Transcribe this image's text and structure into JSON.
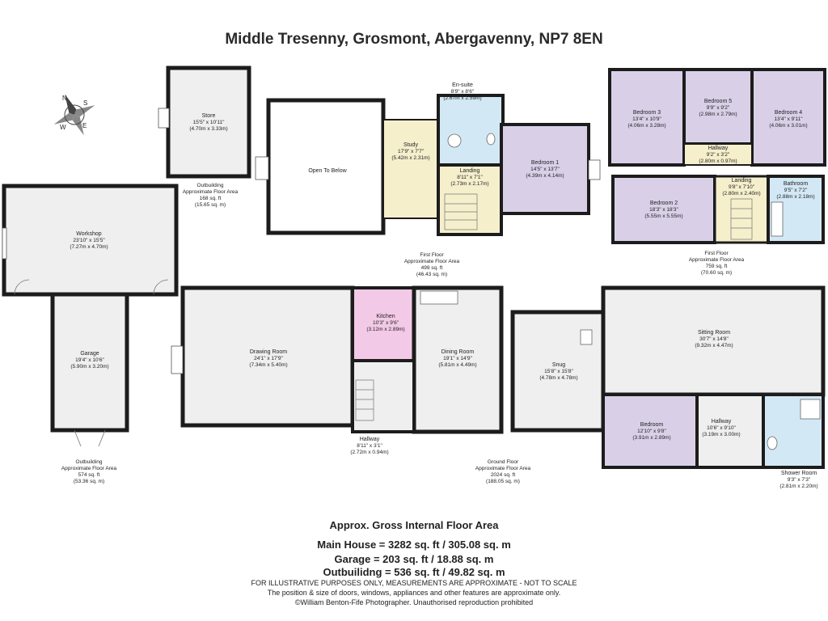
{
  "title": "Middle Tresenny, Grosmont, Abergavenny, NP7 8EN",
  "compass": {
    "letters": [
      "N",
      "E",
      "S",
      "W"
    ]
  },
  "rooms": {
    "store": {
      "name": "Store",
      "dims": "15'5\" x 10'11\"",
      "metric": "(4.70m x 3.33m)"
    },
    "workshop": {
      "name": "Workshop",
      "dims": "23'10\" x 15'5\"",
      "metric": "(7.27m x 4.70m)"
    },
    "garage": {
      "name": "Garage",
      "dims": "19'4\" x 10'6\"",
      "metric": "(5.90m x 3.20m)"
    },
    "open_to_below": {
      "name": "Open To Below"
    },
    "study": {
      "name": "Study",
      "dims": "17'9\" x 7'7\"",
      "metric": "(5.42m x 2.31m)"
    },
    "ensuite": {
      "name": "En-suite",
      "dims": "8'9\" x 8'6\"",
      "metric": "(2.67m x 2.59m)"
    },
    "landing1": {
      "name": "Landing",
      "dims": "8'11\" x 7'1\"",
      "metric": "(2.73m x 2.17m)"
    },
    "bedroom1": {
      "name": "Bedroom 1",
      "dims": "14'5\" x 13'7\"",
      "metric": "(4.39m x 4.14m)"
    },
    "bedroom3": {
      "name": "Bedroom 3",
      "dims": "13'4\" x 10'9\"",
      "metric": "(4.06m x 3.28m)"
    },
    "bedroom5": {
      "name": "Bedroom 5",
      "dims": "9'9\" x 9'2\"",
      "metric": "(2.98m x 2.79m)"
    },
    "bedroom4": {
      "name": "Bedroom 4",
      "dims": "13'4\" x 9'11\"",
      "metric": "(4.06m x 3.01m)"
    },
    "hallway_ff": {
      "name": "Hallway",
      "dims": "9'2\" x 3'2\"",
      "metric": "(2.80m x 0.97m)"
    },
    "bedroom2": {
      "name": "Bedroom 2",
      "dims": "18'3\" x 18'3\"",
      "metric": "(5.55m x 5.55m)"
    },
    "landing2": {
      "name": "Landing",
      "dims": "9'8\" x 7'10\"",
      "metric": "(2.80m x 2.40m)"
    },
    "bathroom": {
      "name": "Bathroom",
      "dims": "9'5\" x 7'2\"",
      "metric": "(2.88m x 2.18m)"
    },
    "drawing_room": {
      "name": "Drawing Room",
      "dims": "24'1\" x 17'9\"",
      "metric": "(7.34m x 5.40m)"
    },
    "kitchen": {
      "name": "Kitchen",
      "dims": "10'3\" x 9'6\"",
      "metric": "(3.12m x 2.89m)"
    },
    "dining_room": {
      "name": "Dining Room",
      "dims": "19'1\" x 14'9\"",
      "metric": "(5.81m x 4.49m)"
    },
    "snug": {
      "name": "Snug",
      "dims": "15'8\" x 15'8\"",
      "metric": "(4.78m x 4.78m)"
    },
    "sitting_room": {
      "name": "Sitting Room",
      "dims": "30'7\" x 14'8\"",
      "metric": "(9.32m x 4.47m)"
    },
    "bedroom_gf": {
      "name": "Bedroom",
      "dims": "12'10\" x 9'8\"",
      "metric": "(3.91m x 2.89m)"
    },
    "hallway_gf": {
      "name": "Hallway",
      "dims": "10'6\" x 9'10\"",
      "metric": "(3.19m x 3.00m)"
    },
    "hallway_small": {
      "name": "Hallway",
      "dims": "8'11\" x 3'1\"",
      "metric": "(2.72m x 0.94m)"
    },
    "shower_room": {
      "name": "Shower Room",
      "dims": "9'3\" x 7'3\"",
      "metric": "(2.81m x 2.20m)"
    }
  },
  "area_labels": {
    "outbuilding_store": {
      "l1": "Outbuilding",
      "l2": "Approximate Floor Area",
      "l3": "168 sq. ft",
      "l4": "(15.65 sq. m)"
    },
    "first_floor_a": {
      "l1": "First Floor",
      "l2": "Approximate Floor Area",
      "l3": "499 sq. ft",
      "l4": "(46.43 sq. m)"
    },
    "first_floor_b": {
      "l1": "First Floor",
      "l2": "Approximate Floor Area",
      "l3": "759 sq. ft",
      "l4": "(70.60 sq. m)"
    },
    "outbuilding_garage": {
      "l1": "Outbuilding",
      "l2": "Approximate Floor Area",
      "l3": "574 sq. ft",
      "l4": "(53.36 sq. m)"
    },
    "ground_floor": {
      "l1": "Ground Floor",
      "l2": "Approximate Floor Area",
      "l3": "2024 sq. ft",
      "l4": "(188.05 sq. m)"
    }
  },
  "footer": {
    "heading": "Approx. Gross Internal Floor Area",
    "main_house": "Main House = 3282 sq. ft / 305.08 sq. m",
    "garage": "Garage = 203 sq. ft / 18.88 sq. m",
    "outbuilding": "Outbuilidng = 536 sq. ft / 49.82 sq. m",
    "disclaimer": "FOR ILLUSTRATIVE PURPOSES ONLY, MEASUREMENTS ARE APPROXIMATE - NOT TO SCALE",
    "note": "The position & size of doors, windows, appliances and other features are approximate only.",
    "copyright": "©William Benton-Fife Photographer. Unauthorised reproduction prohibited"
  },
  "colors": {
    "wall": "#1c1c1c",
    "floor": "#efefef",
    "bedroom": "#d9d0e8",
    "bathroom": "#d3e8f5",
    "kitchen": "#f2c9e6",
    "landing": "#f5efcc"
  }
}
